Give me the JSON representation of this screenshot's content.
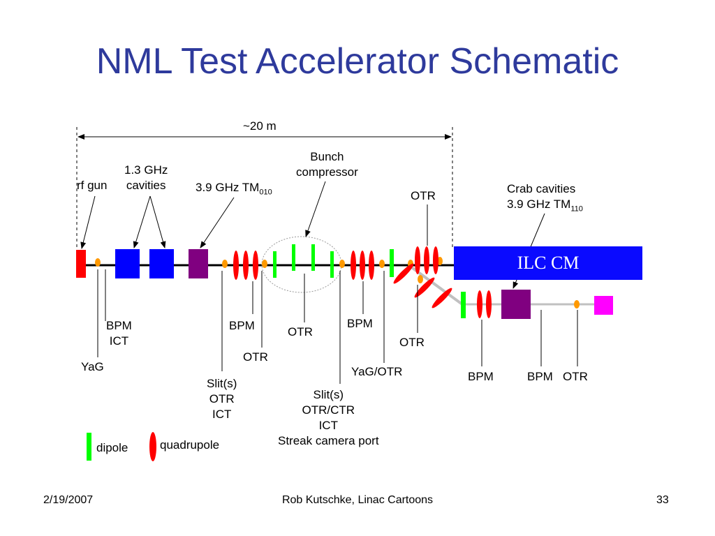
{
  "title": "NML Test Accelerator Schematic",
  "length_label": "~20 m",
  "components": {
    "rf_gun": "rf gun",
    "cavities_13": {
      "line1": "1.3 GHz",
      "line2": "cavities"
    },
    "tm010": {
      "text": "3.9 GHz TM",
      "sub": "010"
    },
    "bunch_compressor": {
      "line1": "Bunch",
      "line2": "compressor"
    },
    "otr_top": "OTR",
    "crab": {
      "line1": "Crab cavities",
      "line2": "3.9 GHz TM",
      "sub": "110"
    },
    "ilc_cm": "ILC CM"
  },
  "diagnostics": {
    "bpm_ict": {
      "line1": "BPM",
      "line2": "ICT"
    },
    "yag": "YaG",
    "bpm1": "BPM",
    "otr1": "OTR",
    "slit1": {
      "line1": "Slit(s)",
      "line2": "OTR",
      "line3": "ICT"
    },
    "otr2": "OTR",
    "slit2": {
      "line1": "Slit(s)",
      "line2": "OTR/CTR",
      "line3": "ICT",
      "line4": "Streak camera port"
    },
    "bpm2": "BPM",
    "yag_otr": "YaG/OTR",
    "otr3": "OTR",
    "bpm3": "BPM",
    "bpm4": "BPM",
    "otr4": "OTR"
  },
  "legend": {
    "dipole": "dipole",
    "quadrupole": "quadrupole"
  },
  "footer": {
    "date": "2/19/2007",
    "author": "Rob Kutschke, Linac Cartoons",
    "page": "33"
  },
  "colors": {
    "title": "#2e3a9c",
    "cavity": "#0000ff",
    "tm_cavity": "#800080",
    "gun": "#ff0000",
    "dipole": "#00ff00",
    "quadrupole": "#ff0000",
    "bpm": "#ff9900",
    "dump": "#ff00ff",
    "ilc_cm": "#0a0aff"
  }
}
